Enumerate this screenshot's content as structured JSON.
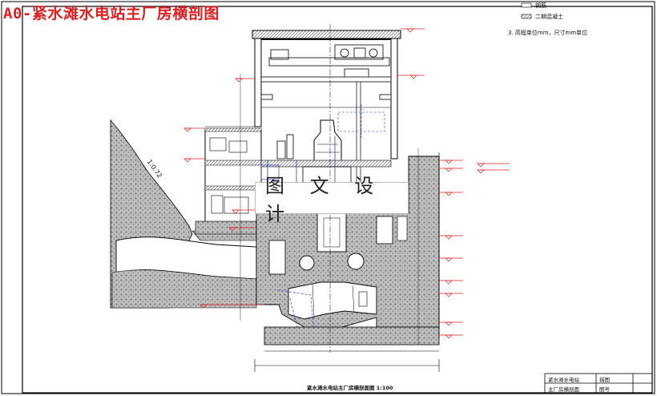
{
  "title": "A0-紧水滩水电站主厂房横剖图",
  "watermark": "图 文 设 计",
  "drawing_caption": "紧水滩水电站主厂房横剖面图 1:100",
  "slope_label": "1:0.72",
  "notes": {
    "item1": "钢筋",
    "item2": "二期混凝土",
    "item3": "3. 高程单位mm，尺寸mm单位"
  },
  "title_block": {
    "r1c1": "紧水滩水电站",
    "r1c2": "描图",
    "r2c1": "主厂房横剖面",
    "r2c2": "图号"
  },
  "colors": {
    "title": "#e02020",
    "elevation_marks": "#e02020",
    "concrete_fill": "#c8c8c8",
    "structure": "#000000",
    "water_path": "#2a3cc8"
  }
}
